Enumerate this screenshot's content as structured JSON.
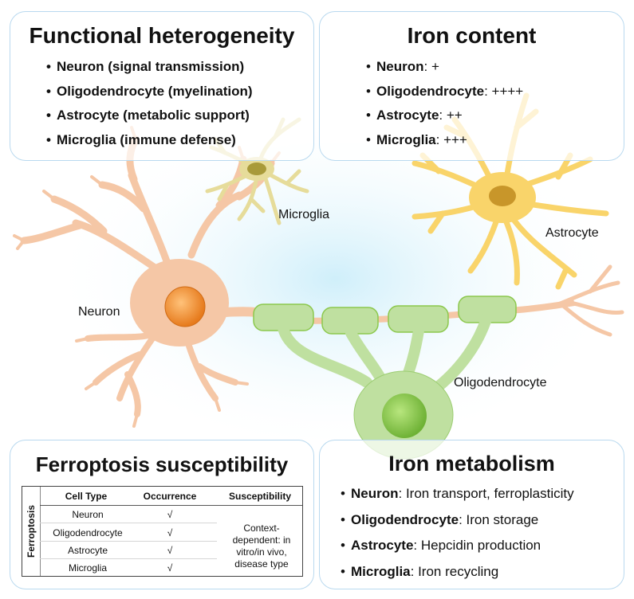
{
  "panels": {
    "functional": {
      "title": "Functional heterogeneity",
      "items": [
        "Neuron (signal transmission)",
        "Oligodendrocyte (myelination)",
        "Astrocyte (metabolic support)",
        "Microglia (immune defense)"
      ]
    },
    "iron_content": {
      "title": "Iron content",
      "items": [
        {
          "cell": "Neuron",
          "value": ": +"
        },
        {
          "cell": "Oligodendrocyte",
          "value": ": ++++"
        },
        {
          "cell": "Astrocyte",
          "value": ": ++"
        },
        {
          "cell": "Microglia",
          "value": ": +++"
        }
      ]
    },
    "ferroptosis": {
      "title": "Ferroptosis susceptibility",
      "row_label": "Ferroptosis",
      "headers": [
        "Cell Type",
        "Occurrence",
        "Susceptibility"
      ],
      "rows": [
        {
          "cell": "Neuron",
          "occurrence": "√"
        },
        {
          "cell": "Oligodendrocyte",
          "occurrence": "√"
        },
        {
          "cell": "Astrocyte",
          "occurrence": "√"
        },
        {
          "cell": "Microglia",
          "occurrence": "√"
        }
      ],
      "susceptibility": "Context-dependent: in vitro/in vivo, disease type"
    },
    "iron_metabolism": {
      "title": "Iron metabolism",
      "items": [
        {
          "cell": "Neuron",
          "value": ": Iron transport, ferroplasticity"
        },
        {
          "cell": "Oligodendrocyte",
          "value": ": Iron storage"
        },
        {
          "cell": "Astrocyte",
          "value": ": Hepcidin production"
        },
        {
          "cell": "Microglia",
          "value": ": Iron recycling"
        }
      ]
    }
  },
  "cell_labels": {
    "neuron": "Neuron",
    "microglia": "Microglia",
    "astrocyte": "Astrocyte",
    "oligodendrocyte": "Oligodendrocyte"
  },
  "colors": {
    "panel_border": "#b9d9ef",
    "neuron": "#f5c7a6",
    "neuron_nucleus": "#ee8a2e",
    "astrocyte": "#f9d46a",
    "astrocyte_nucleus": "#c8962a",
    "microglia": "#e6dc9a",
    "oligodendrocyte": "#bfe0a0",
    "oligo_nucleus": "#8cc84d",
    "glow": "#d8f0fa"
  }
}
